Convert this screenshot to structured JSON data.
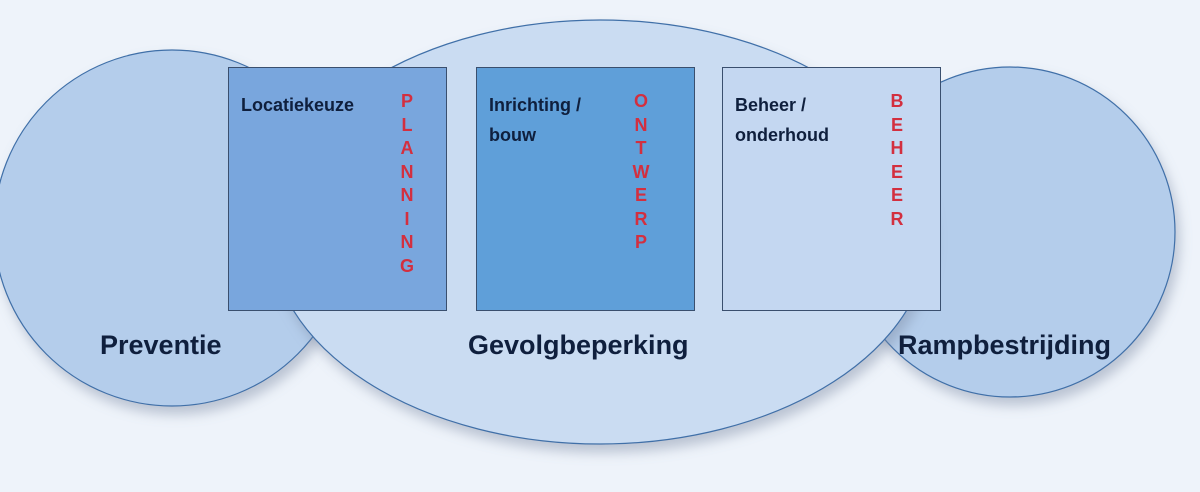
{
  "circles": {
    "left_label": "Preventie",
    "center_label": "Gevolgbeperking",
    "right_label": "Rampbestrijding"
  },
  "boxes": [
    {
      "title": "Locatiekeuze",
      "phase": "PLANNING",
      "fill": "#79a6dd"
    },
    {
      "title": "Inrichting /\nbouw",
      "phase": "ONTWERP",
      "fill": "#5f9fd9"
    },
    {
      "title": "Beheer /\nonderhoud",
      "phase": "BEHEER",
      "fill": "#c4d7f1"
    }
  ],
  "colors": {
    "side_circle": "#b4cdeb",
    "center_ellipse": "#cadcf2",
    "outline": "#3f6fa8",
    "phase_text": "#d32f3f",
    "label_text": "#0f1f3d"
  }
}
